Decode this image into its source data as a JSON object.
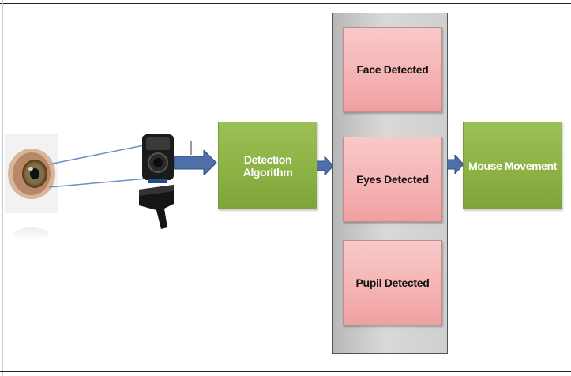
{
  "diagram": {
    "nodes": {
      "detection_algorithm": "Detection Algorithm",
      "face_detected": "Face Detected",
      "eyes_detected": "Eyes Detected",
      "pupil_detected": "Pupil Detected",
      "mouse_movement": "Mouse Movement"
    },
    "icons": [
      "eye-icon",
      "webcam-icon"
    ],
    "colors": {
      "green_box": "#8db244",
      "pink_box": "#f5b2b2",
      "panel_gray": "#cfcfcf",
      "arrow_blue": "#4f6fa8"
    }
  }
}
